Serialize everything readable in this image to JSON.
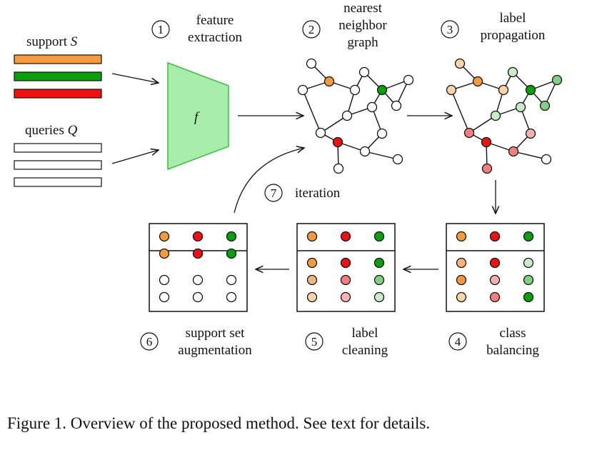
{
  "steps": [
    {
      "num": "1",
      "line1": "feature",
      "line2": "extraction",
      "line3": ""
    },
    {
      "num": "2",
      "line1": "nearest",
      "line2": "neighbor",
      "line3": "graph"
    },
    {
      "num": "3",
      "line1": "label",
      "line2": "propagation",
      "line3": ""
    },
    {
      "num": "4",
      "line1": "class",
      "line2": "balancing",
      "line3": ""
    },
    {
      "num": "5",
      "line1": "label",
      "line2": "cleaning",
      "line3": ""
    },
    {
      "num": "6",
      "line1": "support set",
      "line2": "augmentation",
      "line3": ""
    },
    {
      "num": "7",
      "line1": "iteration",
      "line2": "",
      "line3": ""
    }
  ],
  "support_label": "support",
  "support_symbol": "S",
  "queries_label": "queries",
  "queries_symbol": "Q",
  "network_symbol": "f",
  "caption": "Figure 1. Overview of the proposed method. See text for details.",
  "colors": {
    "orange": "#f79a3d",
    "green": "#0aa00a",
    "red": "#ee1111",
    "network_fill": "#a8edab",
    "network_stroke": "#3bbf3b",
    "light_orange": "#fcd2a8",
    "mid_orange": "#f9b47e",
    "light_green": "#c8ecc8",
    "mid_green": "#7fd07f",
    "light_red": "#f6b1b1",
    "mid_red": "#f27e7e"
  }
}
